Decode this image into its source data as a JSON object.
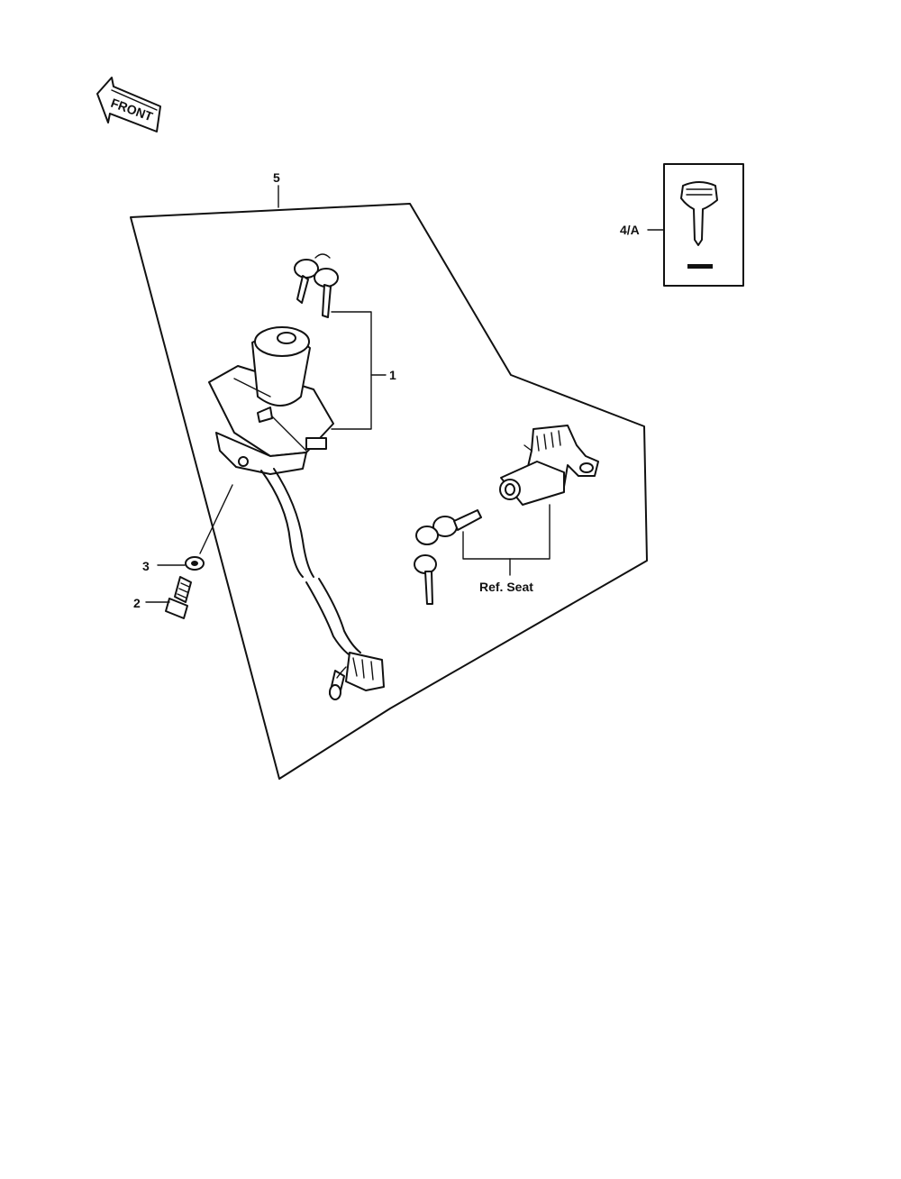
{
  "callouts": {
    "front_arrow": "FRONT",
    "part_1": "1",
    "part_2": "2",
    "part_3": "3",
    "part_4a": "4/A",
    "part_5": "5",
    "ref_seat": "Ref. Seat"
  },
  "icons": {
    "front_arrow": "front-direction-arrow-icon",
    "ignition_switch": "ignition-switch-icon",
    "seat_lock": "seat-lock-icon",
    "key": "key-icon",
    "key_card": "key-blank-card-icon",
    "bolt": "bolt-icon",
    "washer": "washer-icon",
    "connector": "wire-connector-icon"
  },
  "colors": {
    "ink": "#111111",
    "paper": "#ffffff"
  }
}
